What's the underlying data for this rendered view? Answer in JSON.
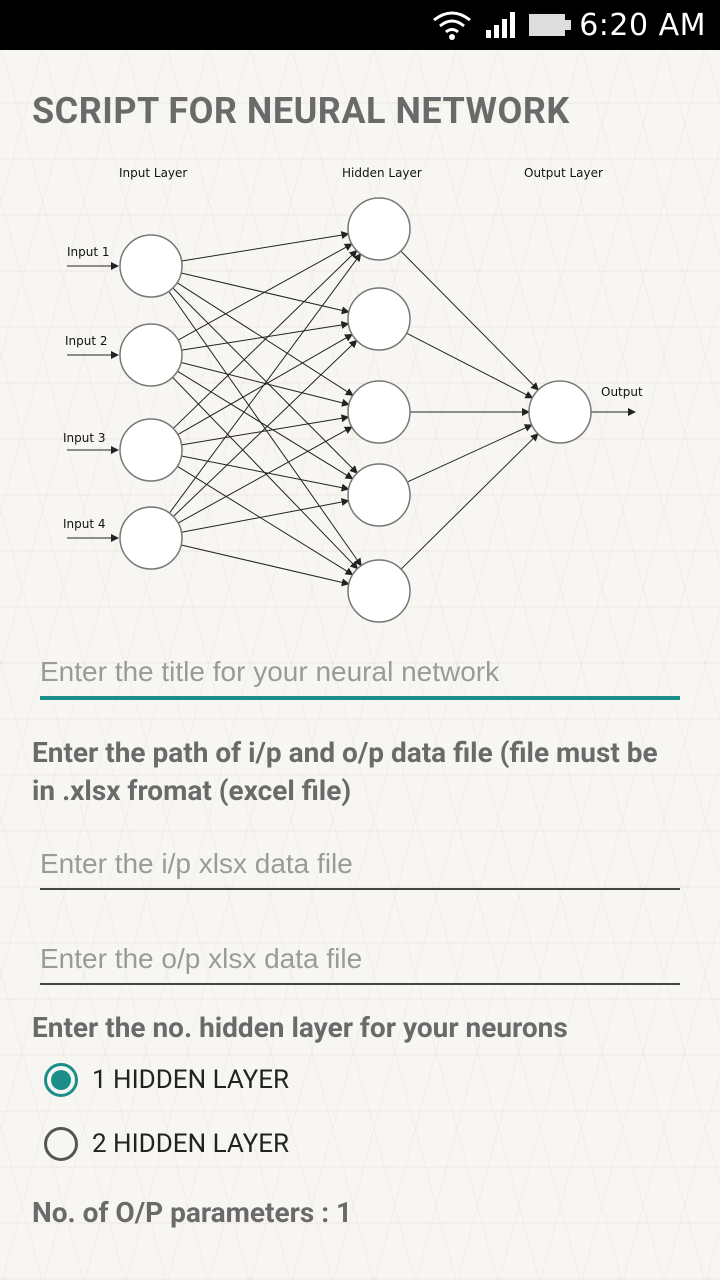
{
  "status_bar": {
    "time": "6:20 AM"
  },
  "page": {
    "title": "SCRIPT FOR NEURAL NETWORK"
  },
  "diagram": {
    "input_layer_label": "Input Layer",
    "hidden_layer_label": "Hidden Layer",
    "output_layer_label": "Output Layer",
    "inputs": [
      "Input 1",
      "Input 2",
      "Input 3",
      "Input 4"
    ],
    "output": "Output"
  },
  "form": {
    "title_placeholder": "Enter the title for your neural network",
    "path_label": "Enter the path of i/p and o/p data file (file must be in .xlsx fromat (excel file)",
    "ip_placeholder": "Enter the i/p xlsx data file",
    "op_placeholder": "Enter the o/p xlsx data file",
    "hidden_label": "Enter the no. hidden layer for your neurons",
    "radio_options": [
      "1 HIDDEN LAYER",
      "2 HIDDEN LAYER"
    ],
    "selected_option": "1 HIDDEN LAYER",
    "op_params": "No. of O/P parameters : 1"
  },
  "colors": {
    "accent": "#1b8e8a",
    "heading": "#6a6a6a"
  }
}
